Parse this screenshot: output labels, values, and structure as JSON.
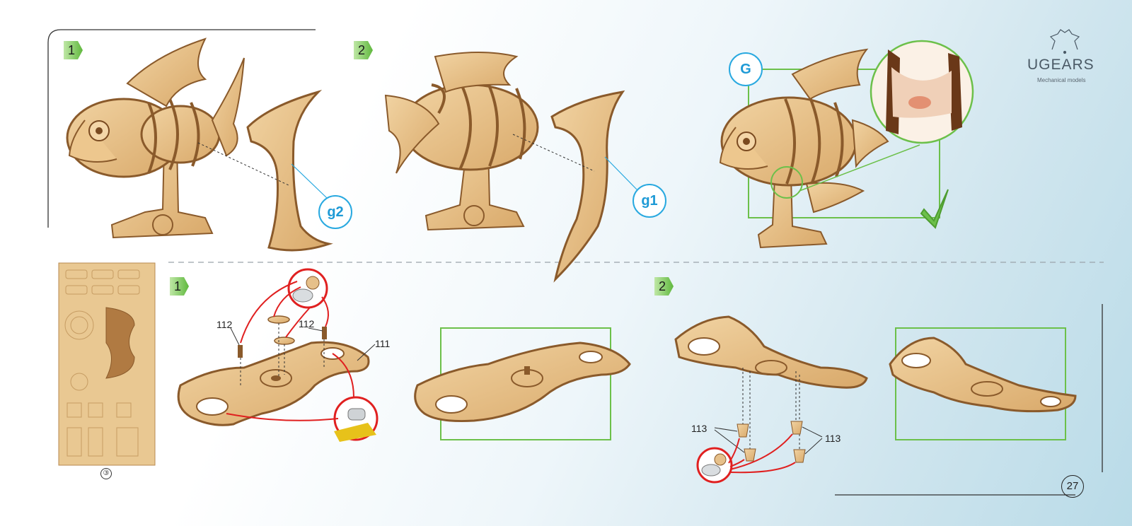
{
  "brand": {
    "name": "UGEARS",
    "tagline": "Mechanical models"
  },
  "page_number": "27",
  "top_steps": [
    {
      "number": "1",
      "callout": "g2"
    },
    {
      "number": "2",
      "callout": "g1"
    }
  ],
  "check_section": {
    "label": "G"
  },
  "bottom_steps": [
    {
      "number": "1",
      "part_labels": [
        "112",
        "112",
        "111"
      ]
    },
    {
      "number": "2",
      "part_labels": [
        "113",
        "113"
      ]
    }
  ],
  "sheet": {
    "number": "③"
  },
  "colors": {
    "wood_light": "#e6c08a",
    "wood_dark": "#8a5a2b",
    "step_green": "#6cc04a",
    "callout_blue": "#29a9e0",
    "arrow_red": "#e02020"
  }
}
